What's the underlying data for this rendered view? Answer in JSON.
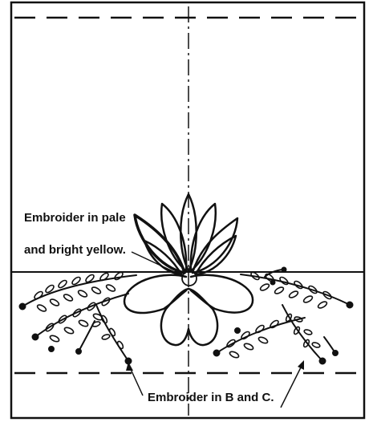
{
  "labels": {
    "upper_line1": "Embroider in pale",
    "upper_line2": "and bright yellow.",
    "lower": "Embroider in B and C."
  },
  "colors": {
    "ink": "#111111",
    "paper": "#ffffff"
  },
  "icons": {
    "flower": "lotus-flower-icon",
    "sprig": "vine-sprig-icon",
    "arrow": "pointer-arrow-icon"
  }
}
